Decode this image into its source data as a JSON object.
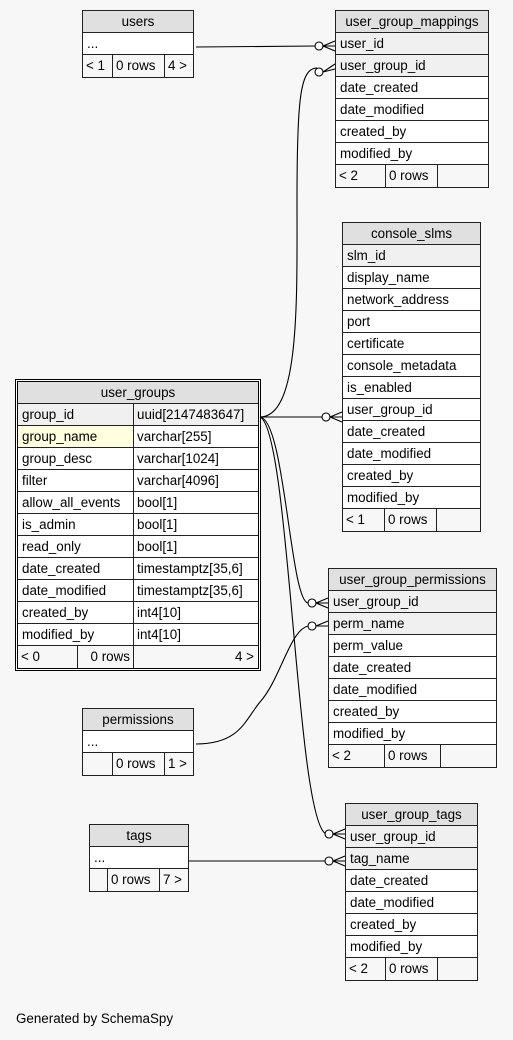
{
  "footer": "Generated by SchemaSpy",
  "users": {
    "title": "users",
    "cols": [
      "..."
    ],
    "foot": [
      "< 1",
      "0 rows",
      "4 >"
    ]
  },
  "user_group_mappings": {
    "title": "user_group_mappings",
    "cols": [
      "user_id",
      "user_group_id",
      "date_created",
      "date_modified",
      "created_by",
      "modified_by"
    ],
    "foot": [
      "< 2",
      "0 rows",
      ""
    ]
  },
  "console_slms": {
    "title": "console_slms",
    "cols": [
      "slm_id",
      "display_name",
      "network_address",
      "port",
      "certificate",
      "console_metadata",
      "is_enabled",
      "user_group_id",
      "date_created",
      "date_modified",
      "created_by",
      "modified_by"
    ],
    "foot": [
      "< 1",
      "0 rows",
      ""
    ]
  },
  "user_groups": {
    "title": "user_groups",
    "rows": [
      {
        "name": "group_id",
        "type": "uuid[2147483647]"
      },
      {
        "name": "group_name",
        "type": "varchar[255]"
      },
      {
        "name": "group_desc",
        "type": "varchar[1024]"
      },
      {
        "name": "filter",
        "type": "varchar[4096]"
      },
      {
        "name": "allow_all_events",
        "type": "bool[1]"
      },
      {
        "name": "is_admin",
        "type": "bool[1]"
      },
      {
        "name": "read_only",
        "type": "bool[1]"
      },
      {
        "name": "date_created",
        "type": "timestamptz[35,6]"
      },
      {
        "name": "date_modified",
        "type": "timestamptz[35,6]"
      },
      {
        "name": "created_by",
        "type": "int4[10]"
      },
      {
        "name": "modified_by",
        "type": "int4[10]"
      }
    ],
    "foot": [
      "< 0",
      "0 rows",
      "4 >"
    ]
  },
  "user_group_permissions": {
    "title": "user_group_permissions",
    "cols": [
      "user_group_id",
      "perm_name",
      "perm_value",
      "date_created",
      "date_modified",
      "created_by",
      "modified_by"
    ],
    "foot": [
      "< 2",
      "0 rows",
      ""
    ]
  },
  "permissions": {
    "title": "permissions",
    "cols": [
      "..."
    ],
    "foot": [
      "",
      "0 rows",
      "1 >"
    ]
  },
  "tags": {
    "title": "tags",
    "cols": [
      "..."
    ],
    "foot": [
      "",
      "0 rows",
      "7 >"
    ]
  },
  "user_group_tags": {
    "title": "user_group_tags",
    "cols": [
      "user_group_id",
      "tag_name",
      "date_created",
      "date_modified",
      "created_by",
      "modified_by"
    ],
    "foot": [
      "< 2",
      "0 rows",
      ""
    ]
  }
}
